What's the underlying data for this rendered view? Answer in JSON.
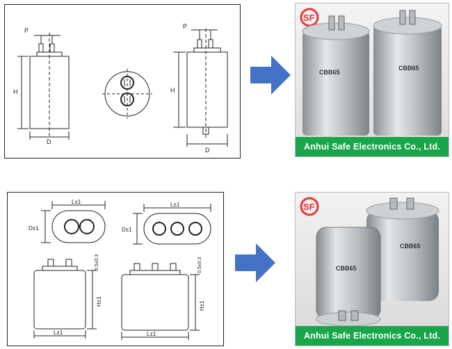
{
  "top_row": {
    "drawing_labels": {
      "pitch_left": "P",
      "pitch_right": "P",
      "height_left": "H",
      "height_right": "H",
      "diameter_left": "D",
      "diameter_right": "D"
    },
    "photo": {
      "brand_logo_text": "SF",
      "model_left": "CBB65",
      "model_right": "CBB65",
      "caption": "Anhui Safe Electronics Co., Ltd."
    }
  },
  "bottom_row": {
    "drawing_labels": {
      "length_top_left": "L±1",
      "length_top_right": "L±1",
      "depth_left": "D±1",
      "depth_right": "D±1",
      "length_bottom_left": "L±1",
      "length_bottom_right": "L±1",
      "height_left": "H±1",
      "height_right": "H±1",
      "terminal_height_left": "0.5±0.3",
      "terminal_height_right": "0.5±0.3"
    },
    "photo": {
      "brand_logo_text": "SF",
      "model_front": "CBB65",
      "model_back": "CBB65",
      "caption": "Anhui Safe Electronics Co., Ltd."
    }
  },
  "colors": {
    "arrow": "#4472c4",
    "caption_bg": "#19a64a",
    "logo_red": "#e53935"
  }
}
